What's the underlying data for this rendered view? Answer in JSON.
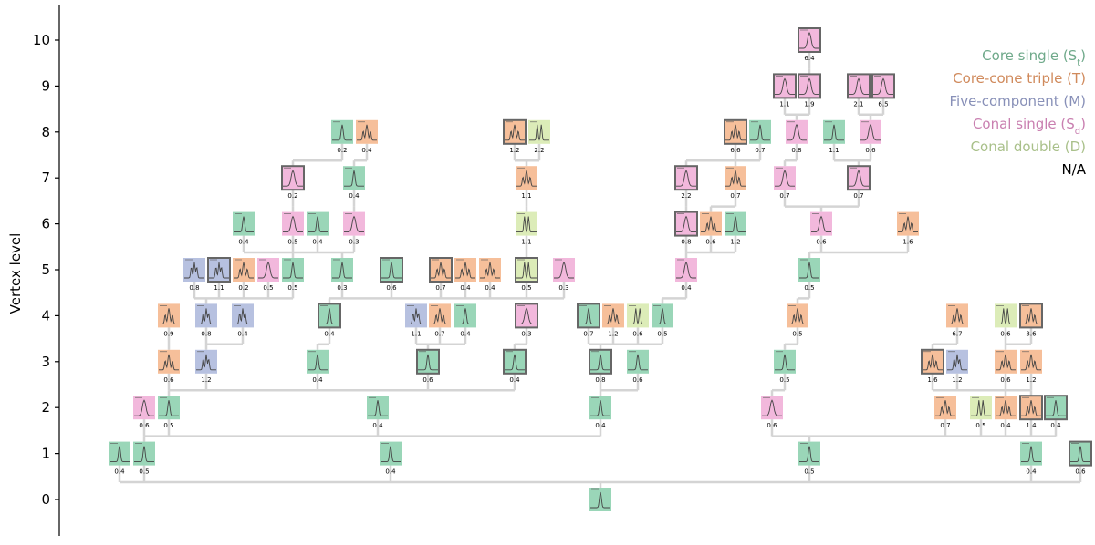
{
  "axis": {
    "ylabel": "Vertex level",
    "ticks": [
      "0",
      "1",
      "2",
      "3",
      "4",
      "5",
      "6",
      "7",
      "8",
      "9",
      "10"
    ]
  },
  "colors": {
    "St": "#9ad6b8",
    "T": "#f6bf9a",
    "M": "#b7c1e0",
    "Sd": "#f2b8dc",
    "D": "#dcecb8",
    "NA": "#ffffff",
    "edge": "#d4d4d4",
    "profile": "#444444"
  },
  "legend": [
    {
      "key": "St",
      "label": "Core single (S",
      "sub": "t",
      "color": "#6fa98a"
    },
    {
      "key": "T",
      "label": "Core-cone triple (T)",
      "color": "#d08a5c"
    },
    {
      "key": "M",
      "label": "Five-component (M)",
      "color": "#8890b8"
    },
    {
      "key": "Sd",
      "label": "Conal single (S",
      "sub": "d",
      "color": "#c97fb0"
    },
    {
      "key": "D",
      "label": "Conal double (D)",
      "color": "#a9c08a"
    },
    {
      "key": "NA",
      "label": "N/A",
      "color": "#000000"
    }
  ],
  "nodes": [
    {
      "id": "n0",
      "level": 0,
      "cls": "St"
    },
    {
      "id": "n1a",
      "level": 1,
      "cls": "St",
      "label": "0.4"
    },
    {
      "id": "n1b",
      "level": 1,
      "cls": "St",
      "label": "0.5"
    },
    {
      "id": "n1c",
      "level": 1,
      "cls": "St",
      "label": "0.4"
    },
    {
      "id": "n1d",
      "level": 1,
      "cls": "St",
      "label": "0.5"
    },
    {
      "id": "n1e",
      "level": 1,
      "cls": "St",
      "label": "0.4"
    },
    {
      "id": "n1f",
      "level": 1,
      "cls": "St",
      "label": "0.6",
      "border": true
    },
    {
      "id": "n2a",
      "level": 2,
      "cls": "Sd",
      "label": "0.6"
    },
    {
      "id": "n2b",
      "level": 2,
      "cls": "St",
      "label": "0.5"
    },
    {
      "id": "n2c",
      "level": 2,
      "cls": "St",
      "label": "0.4"
    },
    {
      "id": "n2d",
      "level": 2,
      "cls": "St",
      "label": "0.4"
    },
    {
      "id": "n2e",
      "level": 2,
      "cls": "Sd",
      "label": "0.6"
    },
    {
      "id": "n2f",
      "level": 2,
      "cls": "T",
      "label": "0.7"
    },
    {
      "id": "n2g",
      "level": 2,
      "cls": "D",
      "label": "0.5"
    },
    {
      "id": "n2h",
      "level": 2,
      "cls": "T",
      "label": "0.4"
    },
    {
      "id": "n2i",
      "level": 2,
      "cls": "T",
      "label": "1.4",
      "border": true
    },
    {
      "id": "n2j",
      "level": 2,
      "cls": "St",
      "label": "0.4",
      "border": true
    },
    {
      "id": "n3a",
      "level": 3,
      "cls": "T",
      "label": "0.6"
    },
    {
      "id": "n3b",
      "level": 3,
      "cls": "M",
      "label": "1.2"
    },
    {
      "id": "n3c",
      "level": 3,
      "cls": "St",
      "label": "0.4"
    },
    {
      "id": "n3d",
      "level": 3,
      "cls": "St",
      "label": "0.6",
      "border": true
    },
    {
      "id": "n3e",
      "level": 3,
      "cls": "St",
      "label": "0.4",
      "border": true
    },
    {
      "id": "n3f",
      "level": 3,
      "cls": "St",
      "label": "0.8",
      "border": true
    },
    {
      "id": "n3g",
      "level": 3,
      "cls": "St",
      "label": "0.6"
    },
    {
      "id": "n3h",
      "level": 3,
      "cls": "St",
      "label": "0.5"
    },
    {
      "id": "n3i",
      "level": 3,
      "cls": "T",
      "label": "1.6",
      "border": true
    },
    {
      "id": "n3j",
      "level": 3,
      "cls": "M",
      "label": "1.2"
    },
    {
      "id": "n3k",
      "level": 3,
      "cls": "T",
      "label": "0.6"
    },
    {
      "id": "n3l",
      "level": 3,
      "cls": "T",
      "label": "1.2"
    },
    {
      "id": "n4a",
      "level": 4,
      "cls": "T",
      "label": "0.9"
    },
    {
      "id": "n4b",
      "level": 4,
      "cls": "M",
      "label": "0.8"
    },
    {
      "id": "n4c",
      "level": 4,
      "cls": "M",
      "label": "0.4"
    },
    {
      "id": "n4d",
      "level": 4,
      "cls": "St",
      "label": "0.4",
      "border": true
    },
    {
      "id": "n4e",
      "level": 4,
      "cls": "M",
      "label": "1.1"
    },
    {
      "id": "n4f",
      "level": 4,
      "cls": "T",
      "label": "0.7"
    },
    {
      "id": "n4g",
      "level": 4,
      "cls": "St",
      "label": "0.4"
    },
    {
      "id": "n4h",
      "level": 4,
      "cls": "Sd",
      "label": "0.3",
      "border": true
    },
    {
      "id": "n4i",
      "level": 4,
      "cls": "St",
      "label": "0.7",
      "border": true
    },
    {
      "id": "n4j",
      "level": 4,
      "cls": "T",
      "label": "1.2"
    },
    {
      "id": "n4k",
      "level": 4,
      "cls": "D",
      "label": "0.6"
    },
    {
      "id": "n4l",
      "level": 4,
      "cls": "St",
      "label": "0.5"
    },
    {
      "id": "n4m",
      "level": 4,
      "cls": "T",
      "label": "0.5"
    },
    {
      "id": "n4n",
      "level": 4,
      "cls": "T",
      "label": "6.7"
    },
    {
      "id": "n4o",
      "level": 4,
      "cls": "D",
      "label": "0.6"
    },
    {
      "id": "n4p",
      "level": 4,
      "cls": "T",
      "label": "3.6",
      "border": true
    },
    {
      "id": "n5a",
      "level": 5,
      "cls": "M",
      "label": "0.8"
    },
    {
      "id": "n5b",
      "level": 5,
      "cls": "M",
      "label": "1.1",
      "border": true
    },
    {
      "id": "n5c",
      "level": 5,
      "cls": "T",
      "label": "0.2"
    },
    {
      "id": "n5d",
      "level": 5,
      "cls": "Sd",
      "label": "0.5"
    },
    {
      "id": "n5e",
      "level": 5,
      "cls": "St",
      "label": "0.5"
    },
    {
      "id": "n5f",
      "level": 5,
      "cls": "St",
      "label": "0.3"
    },
    {
      "id": "n5g",
      "level": 5,
      "cls": "St",
      "label": "0.6",
      "border": true
    },
    {
      "id": "n5h",
      "level": 5,
      "cls": "T",
      "label": "0.7",
      "border": true
    },
    {
      "id": "n5i",
      "level": 5,
      "cls": "T",
      "label": "0.4"
    },
    {
      "id": "n5j",
      "level": 5,
      "cls": "T",
      "label": "0.4"
    },
    {
      "id": "n5k",
      "level": 5,
      "cls": "D",
      "label": "0.5",
      "border": true
    },
    {
      "id": "n5l",
      "level": 5,
      "cls": "Sd",
      "label": "0.3"
    },
    {
      "id": "n5m",
      "level": 5,
      "cls": "Sd",
      "label": "0.4"
    },
    {
      "id": "n5n",
      "level": 5,
      "cls": "St",
      "label": "0.5"
    },
    {
      "id": "n6a",
      "level": 6,
      "cls": "St",
      "label": "0.4"
    },
    {
      "id": "n6b",
      "level": 6,
      "cls": "Sd",
      "label": "0.5"
    },
    {
      "id": "n6c",
      "level": 6,
      "cls": "St",
      "label": "0.4"
    },
    {
      "id": "n6d",
      "level": 6,
      "cls": "Sd",
      "label": "0.3"
    },
    {
      "id": "n6e",
      "level": 6,
      "cls": "D",
      "label": "1.1"
    },
    {
      "id": "n6f",
      "level": 6,
      "cls": "Sd",
      "label": "0.8",
      "border": true
    },
    {
      "id": "n6g",
      "level": 6,
      "cls": "T",
      "label": "0.6"
    },
    {
      "id": "n6h",
      "level": 6,
      "cls": "St",
      "label": "1.2"
    },
    {
      "id": "n6i",
      "level": 6,
      "cls": "Sd",
      "label": "0.6"
    },
    {
      "id": "n6j",
      "level": 6,
      "cls": "T",
      "label": "1.6"
    },
    {
      "id": "n7a",
      "level": 7,
      "cls": "Sd",
      "label": "0.2",
      "border": true
    },
    {
      "id": "n7b",
      "level": 7,
      "cls": "St",
      "label": "0.4"
    },
    {
      "id": "n7c",
      "level": 7,
      "cls": "T",
      "label": "1.1"
    },
    {
      "id": "n7d",
      "level": 7,
      "cls": "Sd",
      "label": "2.2",
      "border": true
    },
    {
      "id": "n7e",
      "level": 7,
      "cls": "T",
      "label": "0.7"
    },
    {
      "id": "n7f",
      "level": 7,
      "cls": "Sd",
      "label": "0.7"
    },
    {
      "id": "n7g",
      "level": 7,
      "cls": "Sd",
      "label": "0.7",
      "border": true
    },
    {
      "id": "n8a",
      "level": 8,
      "cls": "St",
      "label": "0.2"
    },
    {
      "id": "n8b",
      "level": 8,
      "cls": "T",
      "label": "0.4"
    },
    {
      "id": "n8c",
      "level": 8,
      "cls": "T",
      "label": "1.2",
      "border": true
    },
    {
      "id": "n8d",
      "level": 8,
      "cls": "D",
      "label": "2.2"
    },
    {
      "id": "n8e",
      "level": 8,
      "cls": "T",
      "label": "6.6",
      "border": true
    },
    {
      "id": "n8f",
      "level": 8,
      "cls": "St",
      "label": "0.7"
    },
    {
      "id": "n8g",
      "level": 8,
      "cls": "Sd",
      "label": "0.8"
    },
    {
      "id": "n8h",
      "level": 8,
      "cls": "St",
      "label": "1.1"
    },
    {
      "id": "n8i",
      "level": 8,
      "cls": "Sd",
      "label": "0.6"
    },
    {
      "id": "n9a",
      "level": 9,
      "cls": "Sd",
      "label": "1.1",
      "border": true
    },
    {
      "id": "n9b",
      "level": 9,
      "cls": "Sd",
      "label": "1.9",
      "border": true
    },
    {
      "id": "n9c",
      "level": 9,
      "cls": "Sd",
      "label": "2.1",
      "border": true
    },
    {
      "id": "n9d",
      "level": 9,
      "cls": "Sd",
      "label": "6.5",
      "border": true
    },
    {
      "id": "n10a",
      "level": 10,
      "cls": "Sd",
      "label": "6.4",
      "border": true
    }
  ],
  "edges": [
    [
      "n0",
      "n1a"
    ],
    [
      "n0",
      "n1b"
    ],
    [
      "n0",
      "n1c"
    ],
    [
      "n0",
      "n1d"
    ],
    [
      "n0",
      "n1e"
    ],
    [
      "n0",
      "n1f"
    ],
    [
      "n1b",
      "n2a"
    ],
    [
      "n1b",
      "n2b"
    ],
    [
      "n1b",
      "n2c"
    ],
    [
      "n1b",
      "n2d"
    ],
    [
      "n1d",
      "n2e"
    ],
    [
      "n1d",
      "n2f"
    ],
    [
      "n1d",
      "n2g"
    ],
    [
      "n1d",
      "n2h"
    ],
    [
      "n1d",
      "n2i"
    ],
    [
      "n1d",
      "n2j"
    ],
    [
      "n2b",
      "n3a"
    ],
    [
      "n2b",
      "n3b"
    ],
    [
      "n2b",
      "n3c"
    ],
    [
      "n2b",
      "n3d"
    ],
    [
      "n2b",
      "n3e"
    ],
    [
      "n2d",
      "n3f"
    ],
    [
      "n2d",
      "n3g"
    ],
    [
      "n2e",
      "n3h"
    ],
    [
      "n2h",
      "n3i"
    ],
    [
      "n2h",
      "n3j"
    ],
    [
      "n2i",
      "n3k"
    ],
    [
      "n2i",
      "n3l"
    ],
    [
      "n3a",
      "n4a"
    ],
    [
      "n3b",
      "n4b"
    ],
    [
      "n3b",
      "n4c"
    ],
    [
      "n3c",
      "n4d"
    ],
    [
      "n3d",
      "n4e"
    ],
    [
      "n3d",
      "n4f"
    ],
    [
      "n3d",
      "n4g"
    ],
    [
      "n3e",
      "n4h"
    ],
    [
      "n3f",
      "n4i"
    ],
    [
      "n3f",
      "n4j"
    ],
    [
      "n3f",
      "n4k"
    ],
    [
      "n3f",
      "n4l"
    ],
    [
      "n3h",
      "n4m"
    ],
    [
      "n3i",
      "n4n"
    ],
    [
      "n3k",
      "n4o"
    ],
    [
      "n3k",
      "n4p"
    ],
    [
      "n4b",
      "n5a"
    ],
    [
      "n4b",
      "n5b"
    ],
    [
      "n4b",
      "n5c"
    ],
    [
      "n4b",
      "n5d"
    ],
    [
      "n4b",
      "n5e"
    ],
    [
      "n4d",
      "n5f"
    ],
    [
      "n4d",
      "n5g"
    ],
    [
      "n4d",
      "n5h"
    ],
    [
      "n4d",
      "n5i"
    ],
    [
      "n4d",
      "n5j"
    ],
    [
      "n4d",
      "n5k"
    ],
    [
      "n4d",
      "n5l"
    ],
    [
      "n4l",
      "n5m"
    ],
    [
      "n4m",
      "n5n"
    ],
    [
      "n5e",
      "n6a"
    ],
    [
      "n5f",
      "n6b"
    ],
    [
      "n5f",
      "n6c"
    ],
    [
      "n5f",
      "n6d"
    ],
    [
      "n5k",
      "n6e"
    ],
    [
      "n5m",
      "n6f"
    ],
    [
      "n5m",
      "n6g"
    ],
    [
      "n5m",
      "n6h"
    ],
    [
      "n5n",
      "n6i"
    ],
    [
      "n5n",
      "n6j"
    ],
    [
      "n6b",
      "n7a"
    ],
    [
      "n6d",
      "n7b"
    ],
    [
      "n6e",
      "n7c"
    ],
    [
      "n6f",
      "n7d"
    ],
    [
      "n6g",
      "n7e"
    ],
    [
      "n6i",
      "n7f"
    ],
    [
      "n6i",
      "n7g"
    ],
    [
      "n7a",
      "n8a"
    ],
    [
      "n7b",
      "n8b"
    ],
    [
      "n7c",
      "n8c"
    ],
    [
      "n7c",
      "n8d"
    ],
    [
      "n7d",
      "n8e"
    ],
    [
      "n7e",
      "n8f"
    ],
    [
      "n7f",
      "n8g"
    ],
    [
      "n7g",
      "n8h"
    ],
    [
      "n7g",
      "n8i"
    ],
    [
      "n8g",
      "n9a"
    ],
    [
      "n8g",
      "n9b"
    ],
    [
      "n8i",
      "n9c"
    ],
    [
      "n8i",
      "n9d"
    ],
    [
      "n9b",
      "n10a"
    ]
  ]
}
